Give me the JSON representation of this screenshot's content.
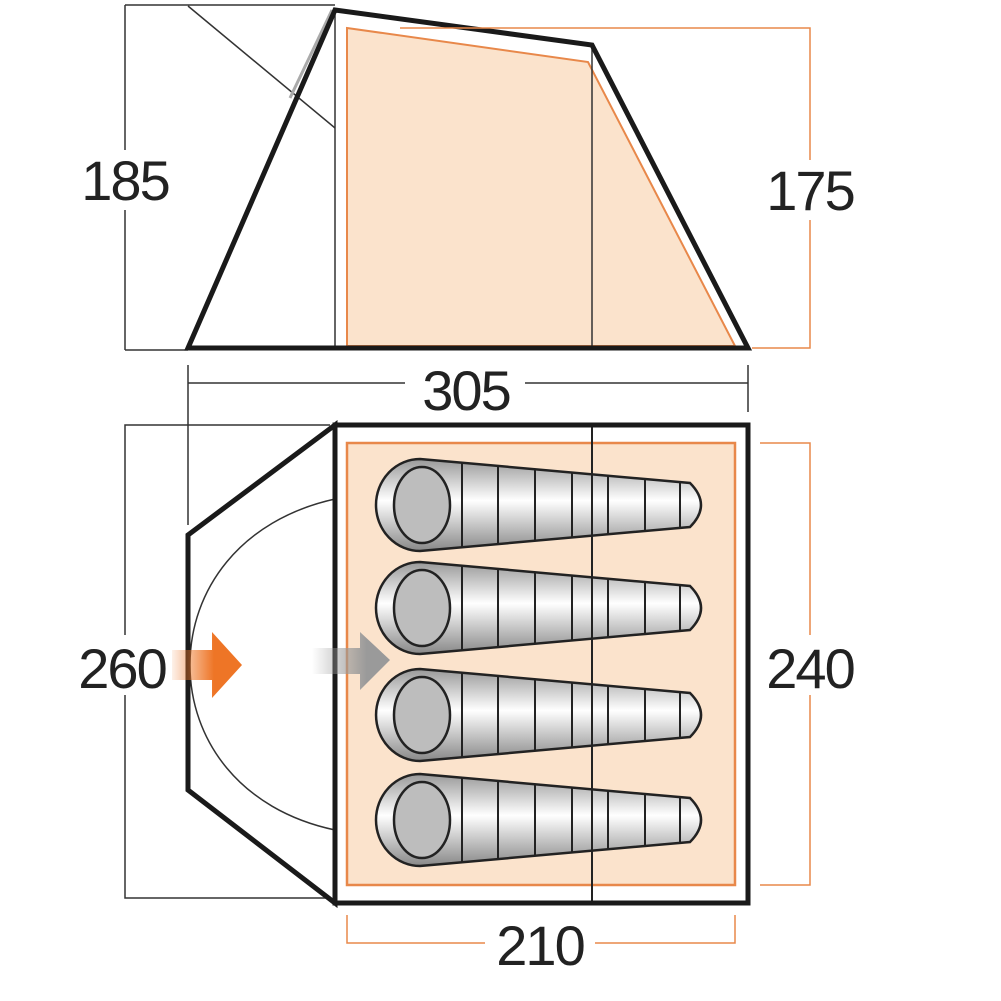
{
  "side_view": {
    "height_outer": "185",
    "height_inner": "175",
    "length_total": "305"
  },
  "plan_view": {
    "width_outer": "260",
    "width_inner": "240",
    "length_inner": "210",
    "sleeping_bags": 4
  },
  "colors": {
    "inner_fill": "#fbe3cc",
    "inner_outline": "#e8884a",
    "arrow_orange": "#ee7526",
    "arrow_grey": "#9a9a9a"
  }
}
